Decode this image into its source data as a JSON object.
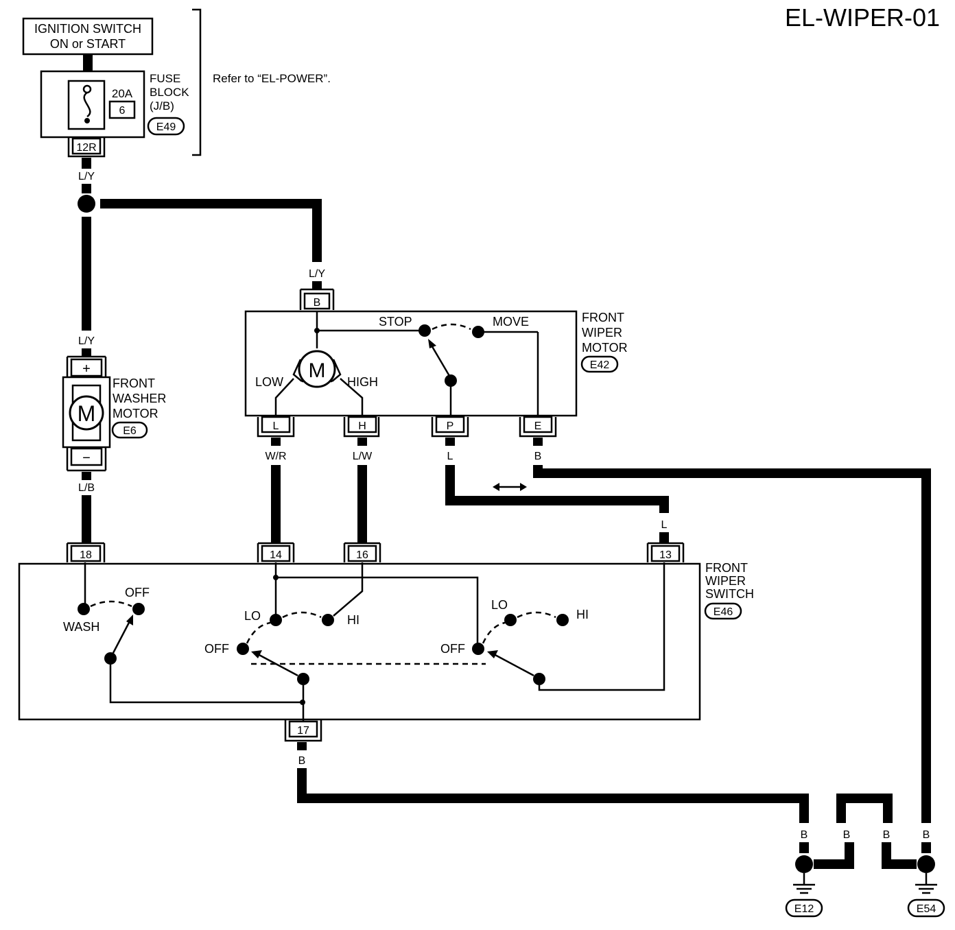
{
  "page_id": "EL-WIPER-01",
  "colors": {
    "ink": "#000000",
    "paper": "#ffffff"
  },
  "ignition": {
    "line1": "IGNITION SWITCH",
    "line2": "ON or START"
  },
  "fuse_block": {
    "rating": "20A",
    "number": "6",
    "label1": "FUSE",
    "label2": "BLOCK",
    "label3": "(J/B)",
    "connector_id": "E49",
    "terminal": "12R"
  },
  "refer_note": "Refer to “EL-POWER”.",
  "wire_colors": {
    "fuse_out": "L/Y",
    "to_motor": "L/Y",
    "to_washer": "L/Y",
    "washer_out": "L/B",
    "low": "W/R",
    "high": "L/W",
    "park": "L",
    "park_lower": "L",
    "earth_motor": "B",
    "earth_switch": "B",
    "ground1": "B",
    "ground2": "B",
    "ground3": "B",
    "ground4": "B"
  },
  "wiper_motor": {
    "label1": "FRONT",
    "label2": "WIPER",
    "label3": "MOTOR",
    "connector_id": "E42",
    "motor_symbol": "M",
    "terminals": {
      "b": "B",
      "l": "L",
      "h": "H",
      "p": "P",
      "e": "E"
    },
    "stop": "STOP",
    "move": "MOVE",
    "low": "LOW",
    "high": "HIGH"
  },
  "washer_motor": {
    "label1": "FRONT",
    "label2": "WASHER",
    "label3": "MOTOR",
    "connector_id": "E6",
    "motor_symbol": "M",
    "plus": "+",
    "minus": "−"
  },
  "wiper_switch": {
    "label1": "FRONT",
    "label2": "WIPER",
    "label3": "SWITCH",
    "connector_id": "E46",
    "terminals": {
      "t18": "18",
      "t14": "14",
      "t16": "16",
      "t13": "13",
      "t17": "17"
    },
    "wash": "WASH",
    "off_wash": "OFF",
    "lo1": "LO",
    "hi1": "HI",
    "off1": "OFF",
    "lo2": "LO",
    "hi2": "HI",
    "off2": "OFF"
  },
  "grounds": {
    "g1": "E12",
    "g2": "E54"
  },
  "double_arrow": "↔"
}
